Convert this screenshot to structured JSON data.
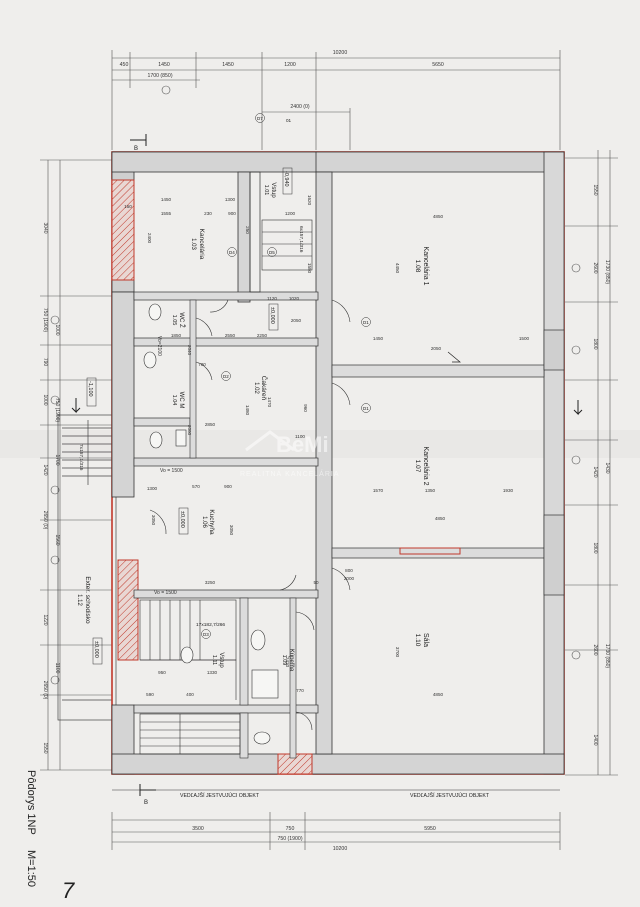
{
  "plan": {
    "title": "Pôdorys 1NP",
    "scale": "M=1:50",
    "neighbour_label": "VEDĽAJŠÍ JESTVUJÚCI OBJEKT",
    "section_mark": "B",
    "watermark_name": "BeMi",
    "watermark_sub": "REALITNÁ KANCELÁRIA",
    "level_entrance": "-1,100",
    "level_minus": "-0,940",
    "level_zero": "±0,000",
    "stair_main": "7x157,1/316",
    "stair_small": "6x157,1/316",
    "stair_inner": "17x182,7/266",
    "stair_ref": "01",
    "door_codes": [
      "D1",
      "D2",
      "D3",
      "D4",
      "D5",
      "D7"
    ]
  },
  "rooms": [
    {
      "id": "r103",
      "name": "Kancelária",
      "number": "1.03"
    },
    {
      "id": "r101",
      "name": "Vstup",
      "number": "1.01"
    },
    {
      "id": "r104",
      "name": "WC Ž",
      "number": "1.04"
    },
    {
      "id": "r105",
      "name": "WC M",
      "number": "1.05"
    },
    {
      "id": "r102",
      "name": "Čakáreň",
      "number": "1.02"
    },
    {
      "id": "r106",
      "name": "Kuchyňa",
      "number": "1.06"
    },
    {
      "id": "r111",
      "name": "Vstup",
      "number": "1.11"
    },
    {
      "id": "r109",
      "name": "Kúpeľňa",
      "number": "1.09"
    },
    {
      "id": "r112",
      "name": "Exter. schodisko",
      "number": "1.12"
    },
    {
      "id": "r108",
      "name": "Kancelária 1",
      "number": "1.08"
    },
    {
      "id": "r107",
      "name": "Kancelária 2",
      "number": "1.07"
    },
    {
      "id": "r110",
      "name": "Sála",
      "number": "1.10"
    }
  ],
  "dims": {
    "top_total": "10200",
    "top_row": [
      "450",
      "1450",
      "1450",
      "1200",
      "5650"
    ],
    "top_sub": "1700 (850)",
    "top_2400": "2400 (0)",
    "left_col": [
      "3040",
      "750 (1900)",
      "1000",
      "790",
      "1000",
      "750 (1900)",
      "1420",
      "1700",
      "2650 (0)",
      "1560",
      "1220",
      "1100",
      "2650 (0)",
      "1550"
    ],
    "right_col": [
      "1550",
      "1730 (850)",
      "2600",
      "1800",
      "1430",
      "1420",
      "1800",
      "1730 (850)",
      "2600",
      "1400"
    ],
    "bottom_row": [
      "3500",
      "750",
      "5950"
    ],
    "bottom_sub": "750 (1900)",
    "bottom_total": "10200",
    "inner": [
      "4850",
      "4850",
      "4850",
      "4450",
      "1450",
      "2050",
      "1500",
      "1350",
      "1930",
      "1570",
      "3700",
      "3250",
      "3050",
      "2850",
      "1850",
      "1555",
      "1450",
      "1300",
      "900",
      "230",
      "1200",
      "150",
      "2400",
      "2050",
      "1580",
      "1620",
      "1480",
      "2000",
      "800",
      "700",
      "900",
      "1100",
      "400",
      "590",
      "950",
      "1330",
      "3050",
      "2420",
      "770",
      "50",
      "250",
      "2250",
      "2550",
      "1470",
      "960",
      "1120",
      "570",
      "1020",
      "1300",
      "2040",
      "2060"
    ],
    "vo1": "Vo = 1500",
    "vo2": "Vo = 1500",
    "dw_label": "Vo=2100",
    "handwriting": "7"
  }
}
